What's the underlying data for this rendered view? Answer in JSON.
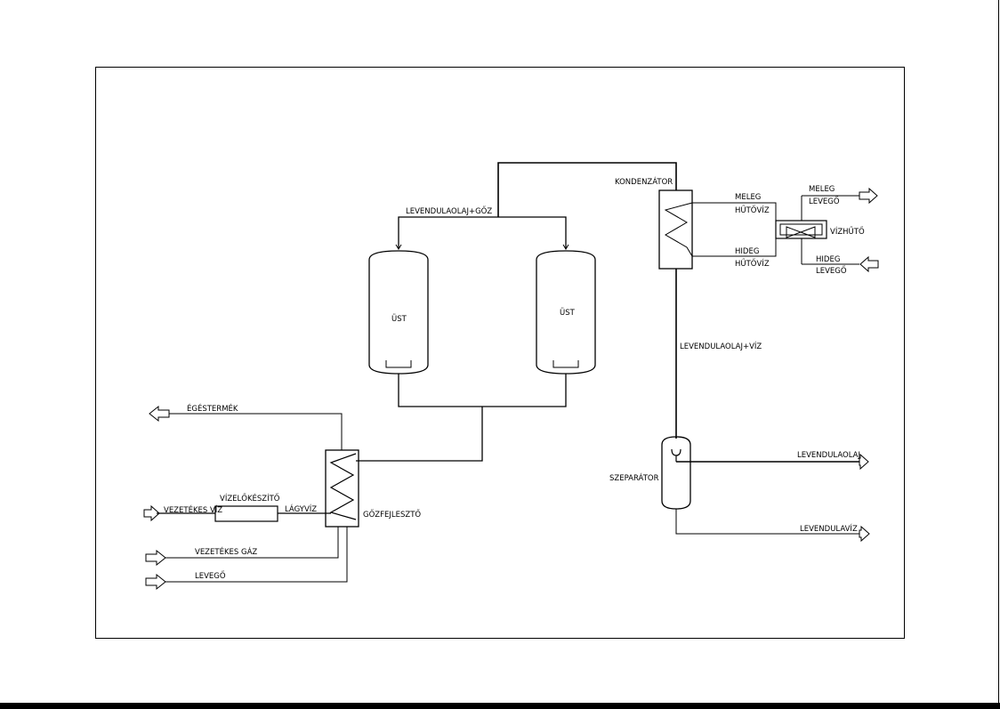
{
  "labels": {
    "kondenzator": "KONDENZÁTOR",
    "levendulaolaj_goz": "LEVENDULAOLAJ+GŐZ",
    "ust1": "ÜST",
    "ust2": "ÜST",
    "meleg_hutoviz_1": "MELEG",
    "meleg_hutoviz_2": "HŰTŐVÍZ",
    "hideg_hutoviz_1": "HIDEG",
    "hideg_hutoviz_2": "HŰTŐVÍZ",
    "meleg_levego_1": "MELEG",
    "meleg_levego_2": "LEVEGŐ",
    "hideg_levego_1": "HIDEG",
    "hideg_levego_2": "LEVEGŐ",
    "vizhuto": "VÍZHŰTŐ",
    "levendulaolaj_viz": "LEVENDULAOLAJ+VÍZ",
    "egestermek": "ÉGÉSTERMÉK",
    "vizelokeszito": "VÍZELŐKÉSZÍTŐ",
    "vezetekes_viz": "VEZETÉKES VÍZ",
    "lagyviz": "LÁGYVÍZ",
    "gozfejleszto": "GŐZFEJLESZTŐ",
    "vezetekes_gaz": "VEZETÉKES GÁZ",
    "levego": "LEVEGŐ",
    "szeparator": "SZEPARÁTOR",
    "levendulaolaj": "LEVENDULAOLAJ",
    "levendulaviz": "LEVENDULAVÍZ"
  }
}
